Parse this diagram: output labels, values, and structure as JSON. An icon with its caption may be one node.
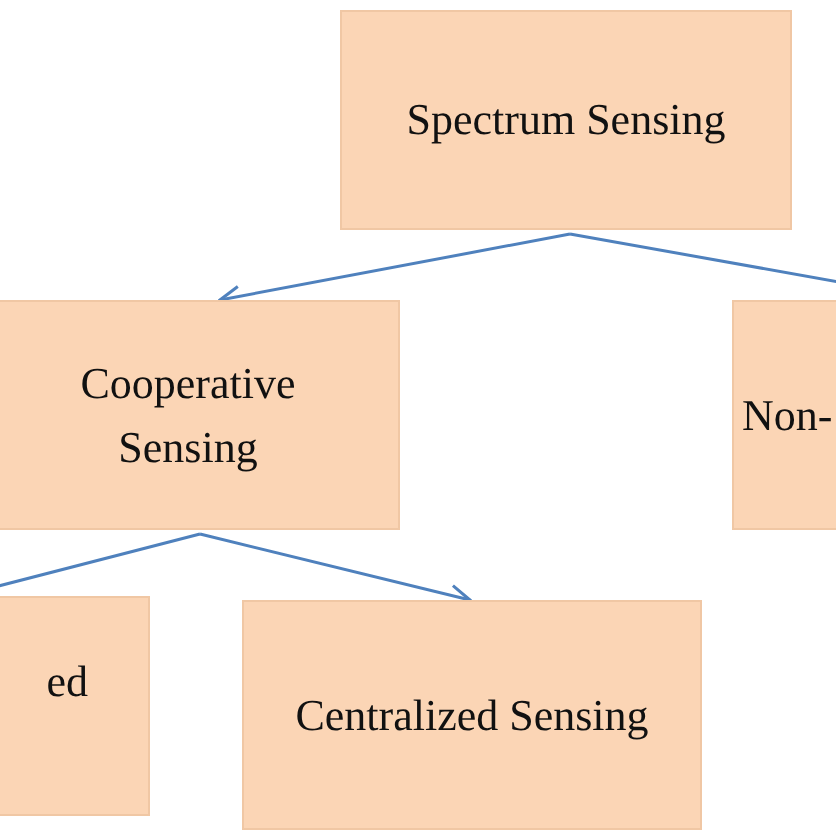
{
  "diagram": {
    "nodes": [
      {
        "text": [
          "Spectrum Sensing"
        ]
      },
      {
        "text": [
          "Cooperative Sensing"
        ]
      },
      {
        "text": [
          "Non-"
        ]
      },
      {
        "text": [
          "ed"
        ]
      },
      {
        "text": [
          "Centralized Sensing"
        ]
      }
    ],
    "edges": [
      {
        "from": 0,
        "to": 1,
        "arrow": "to"
      },
      {
        "from": 0,
        "to": 2,
        "arrow": "to"
      },
      {
        "from": 1,
        "to": 3,
        "arrow": "to"
      },
      {
        "from": 1,
        "to": 4,
        "arrow": "to"
      }
    ]
  }
}
